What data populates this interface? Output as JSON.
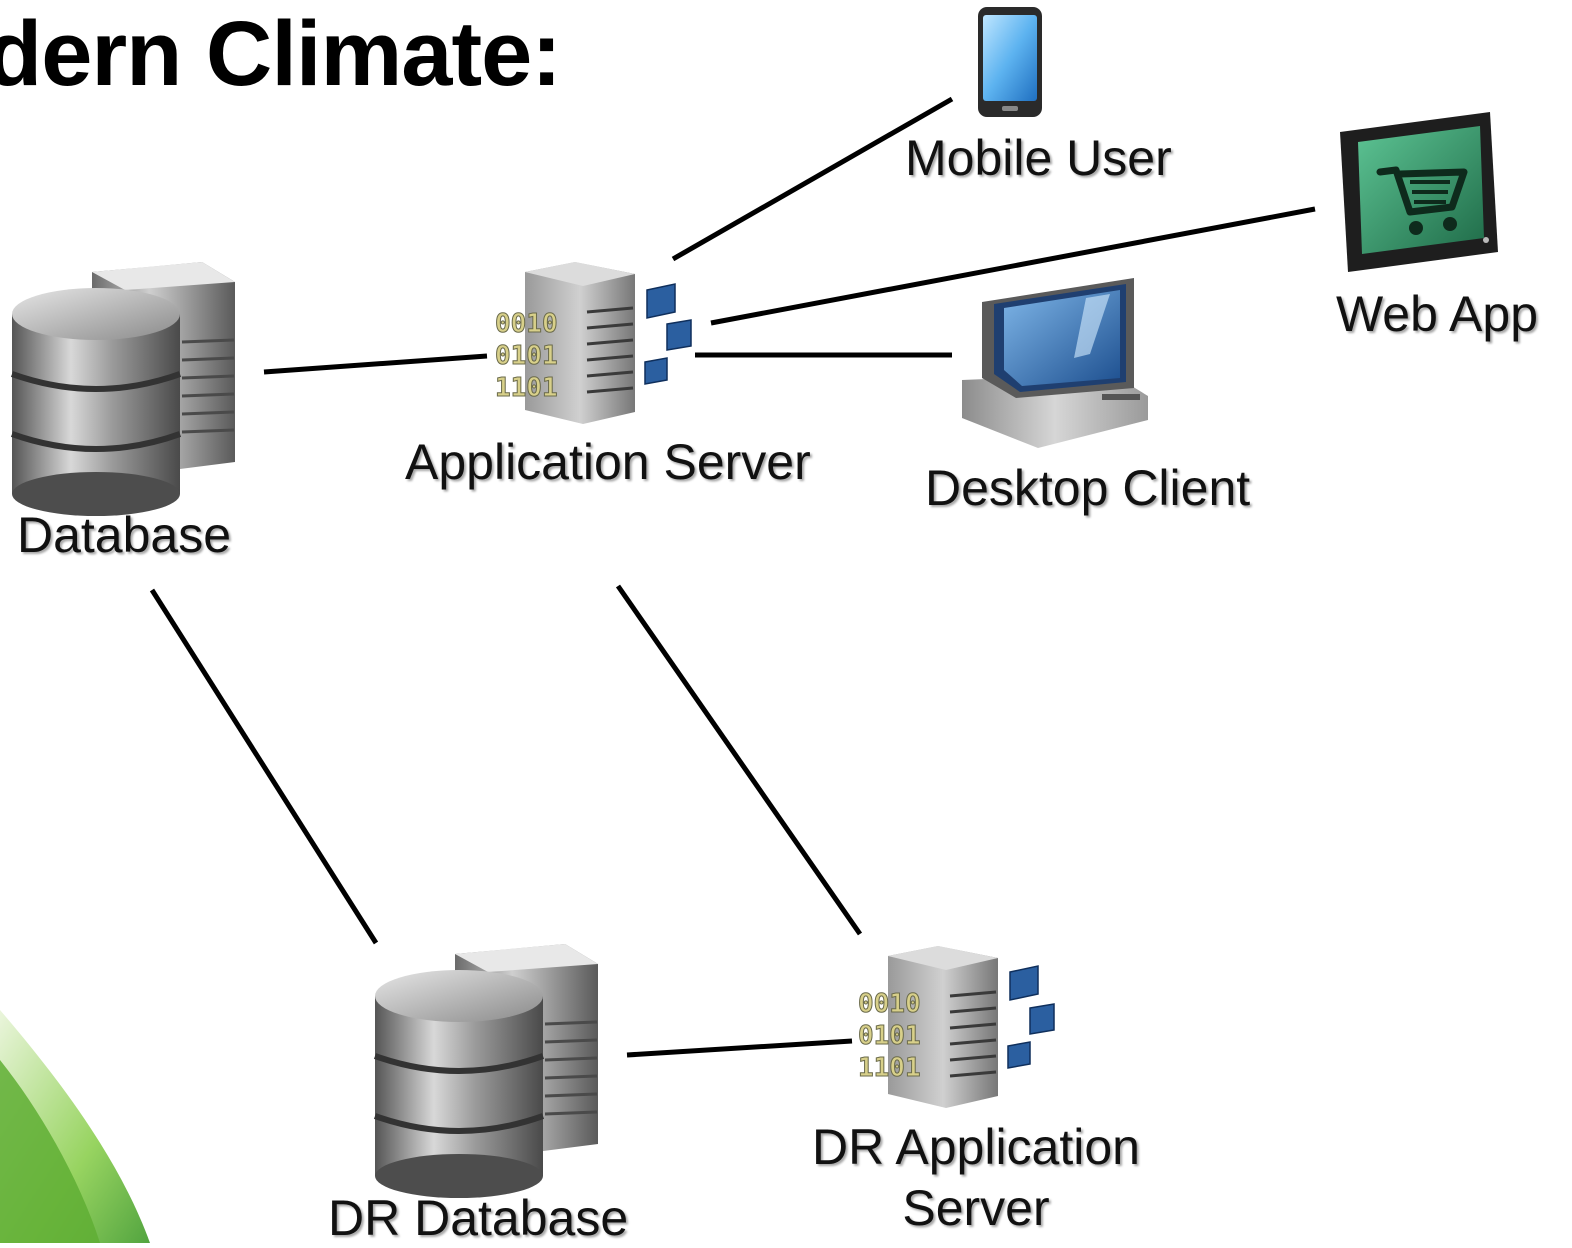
{
  "slide": {
    "title": "dern Climate:"
  },
  "nodes": {
    "mobile_user": {
      "label": "Mobile User",
      "icon": "mobile-phone-icon"
    },
    "web_app": {
      "label": "Web App",
      "icon": "shopping-cart-monitor-icon"
    },
    "database": {
      "label": "Database",
      "icon": "database-server-icon"
    },
    "application_server": {
      "label": "Application Server",
      "icon": "application-server-icon",
      "binary": [
        "0010",
        "0101",
        "1101"
      ]
    },
    "desktop_client": {
      "label": "Desktop Client",
      "icon": "desktop-computer-icon"
    },
    "dr_database": {
      "label": "DR Database",
      "icon": "database-server-icon"
    },
    "dr_application_server": {
      "label_line1": "DR Application",
      "label_line2": "Server",
      "icon": "application-server-icon",
      "binary": [
        "0010",
        "0101",
        "1101"
      ]
    }
  },
  "colors": {
    "connector": "#000000",
    "server_blue": "#2b5fa0",
    "binary_digits": "#d8d08a",
    "cart_screen": "#2f8a5e",
    "accent_green": "#7cc242"
  }
}
